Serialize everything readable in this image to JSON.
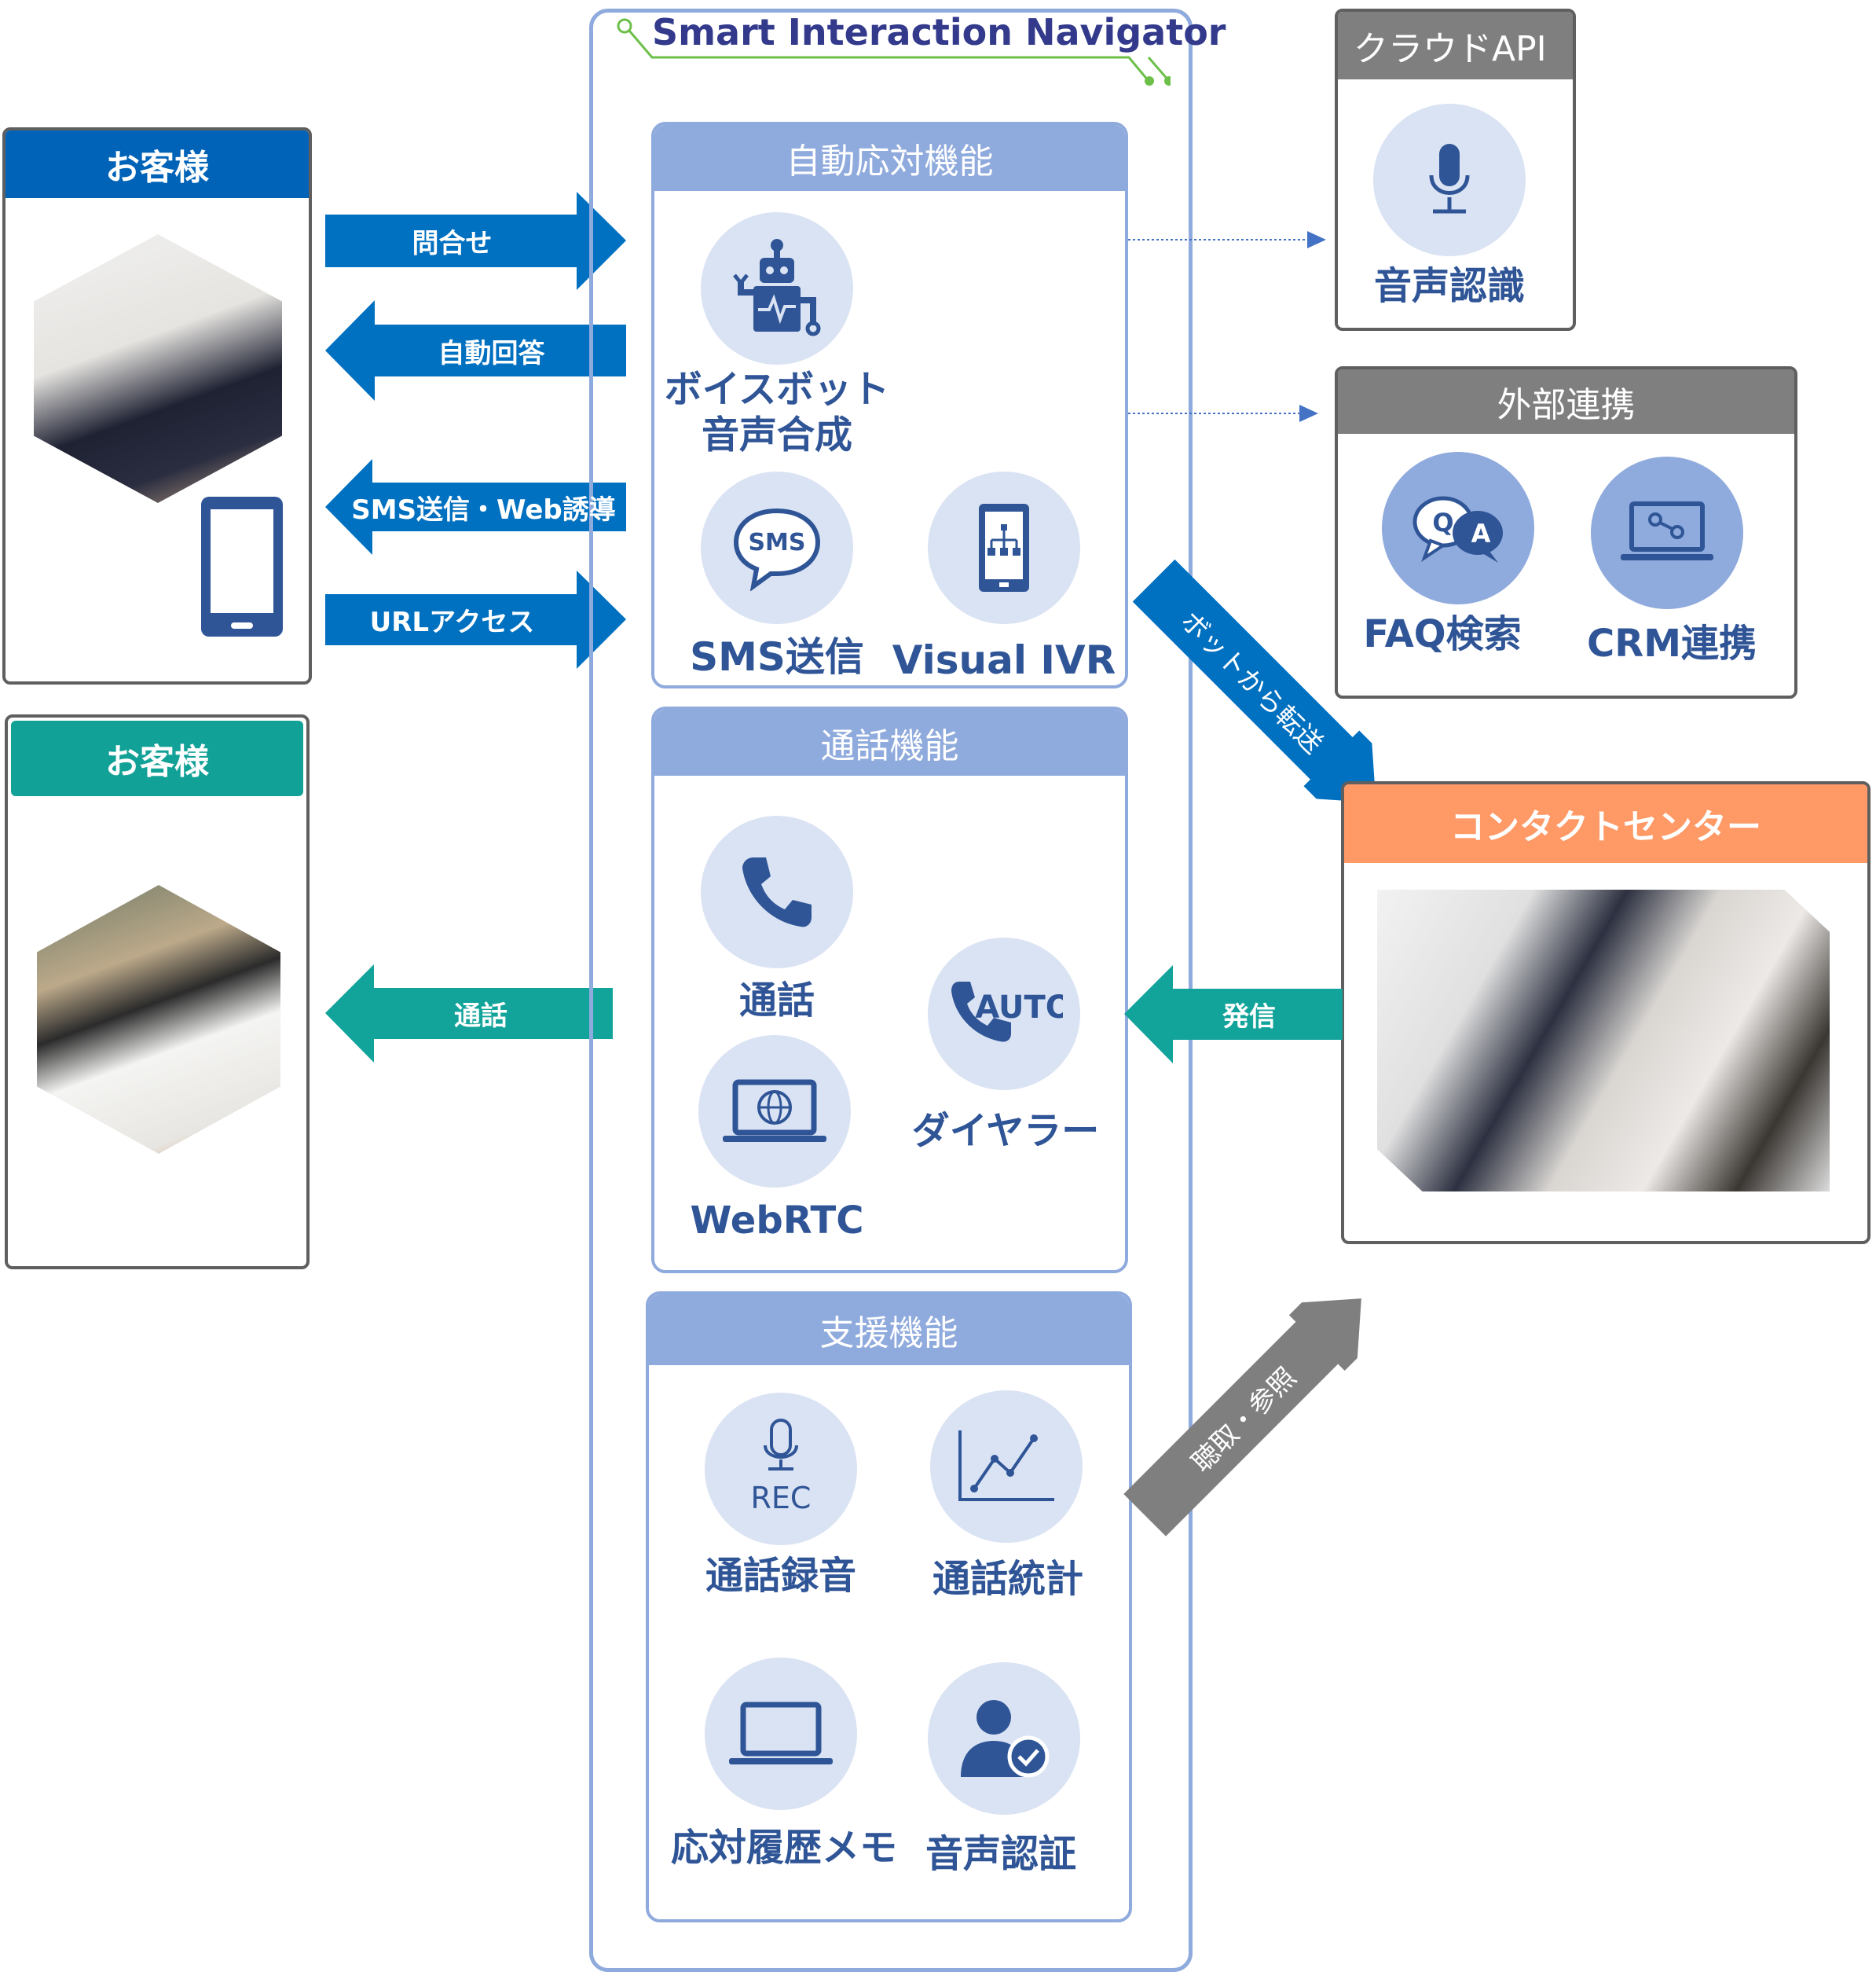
{
  "title": "Smart Interaction Navigator",
  "customer1": {
    "header": "お客様",
    "header_color": "#0063b8"
  },
  "customer2": {
    "header": "お客様",
    "header_color": "#12a196"
  },
  "arrows": {
    "inquiry": "問合せ",
    "auto_answer": "自動回答",
    "sms": "SMS送信・Web誘導",
    "url": "URLアクセス",
    "call": "通話",
    "outbound": "発信",
    "transfer": "ボットから転送",
    "monitor": "聴取・参照"
  },
  "sections": {
    "auto": {
      "header": "自動応対機能",
      "voicebot_line1": "ボイスボット",
      "voicebot_line2": "音声合成",
      "sms": "SMS送信",
      "sms_icon_text": "SMS",
      "ivr": "Visual IVR"
    },
    "call": {
      "header": "通話機能",
      "call": "通話",
      "dialer": "ダイヤラー",
      "dialer_icon_text": "AUTO",
      "webrtc": "WebRTC"
    },
    "support": {
      "header": "支援機能",
      "recording": "通話録音",
      "rec_icon_text": "REC",
      "stats": "通話統計",
      "memo": "応対履歴メモ",
      "voice_auth": "音声認証"
    }
  },
  "cloud_api": {
    "header": "クラウドAPI",
    "speech": "音声認識"
  },
  "external": {
    "header": "外部連携",
    "faq": "FAQ検索",
    "faq_q": "Q",
    "faq_a": "A",
    "crm": "CRM連携"
  },
  "contact_center": {
    "header": "コンタクトセンター",
    "header_color": "#ff9966"
  },
  "colors": {
    "blue_arrow": "#0070c0",
    "teal_arrow": "#12a39a",
    "gray_arrow": "#7f7f7f",
    "section": "#8faadc",
    "icon_bg": "#dae3f3",
    "icon": "#2f5597"
  }
}
